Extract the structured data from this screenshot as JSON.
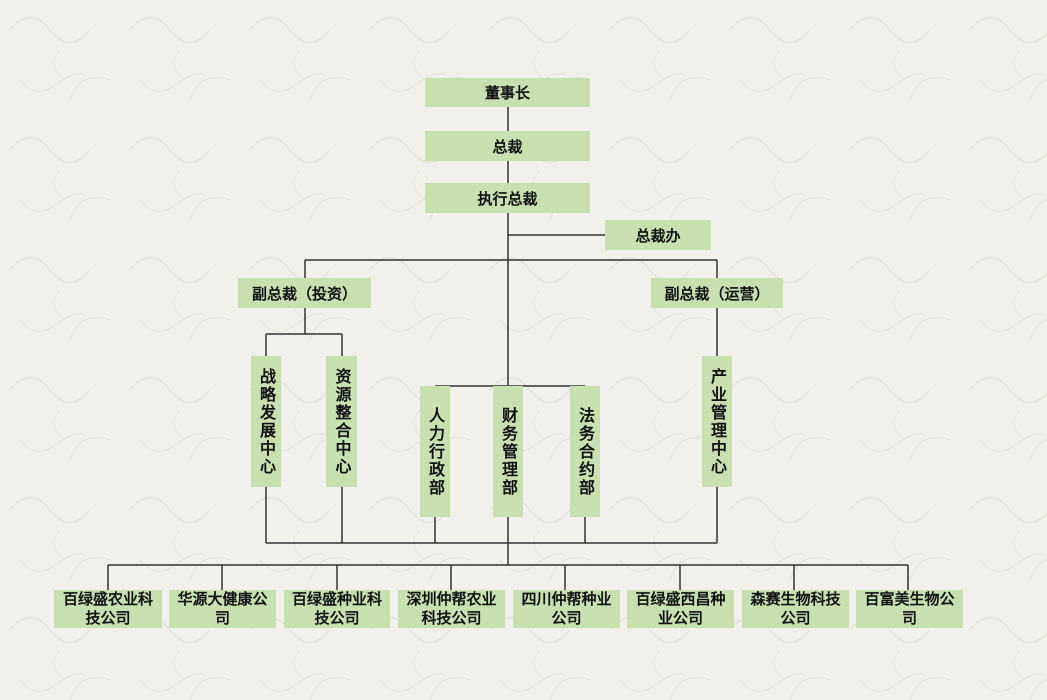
{
  "chart": {
    "chairman": "董事长",
    "president": "总裁",
    "executive_president": "执行总裁",
    "president_office": "总裁办",
    "vp_investment": "副总裁（投资）",
    "vp_operations": "副总裁（运营）",
    "strategy_center": "战略发展中心",
    "resource_center": "资源整合中心",
    "hr_dept": "人力行政部",
    "finance_dept": "财务管理部",
    "legal_dept": "法务合约部",
    "industry_center": "产业管理中心",
    "companies": [
      "百绿盛农业科技公司",
      "华源大健康公司",
      "百绿盛种业科技公司",
      "深圳仲帮农业科技公司",
      "四川仲帮种业公司",
      "百绿盛西昌种业公司",
      "森赛生物科技公司",
      "百富美生物公司"
    ]
  },
  "colors": {
    "box_fill": "#c8e0b0",
    "line": "#333333",
    "background": "#f1f0ea"
  }
}
